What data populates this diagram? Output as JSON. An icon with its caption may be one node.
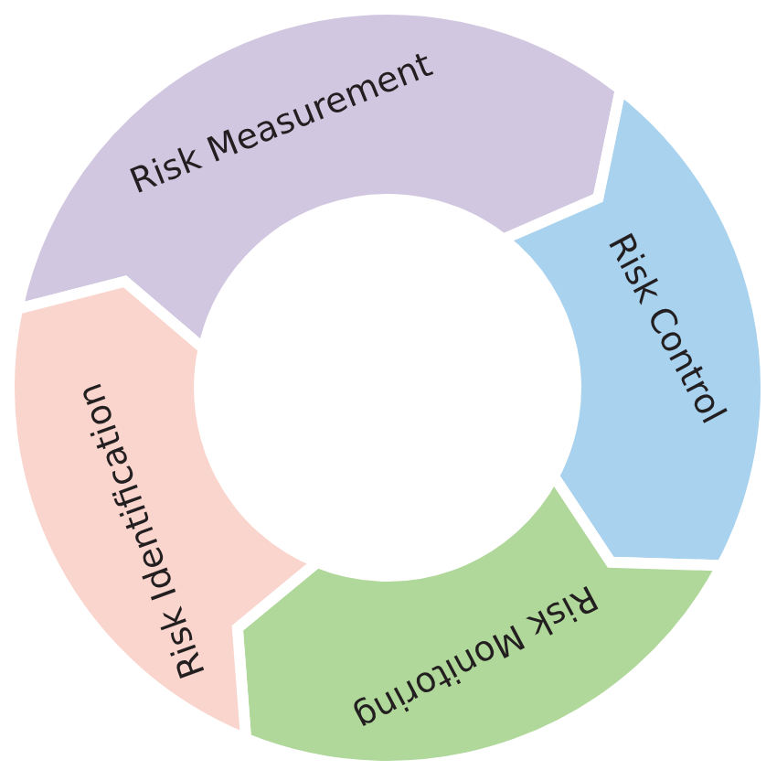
{
  "diagram": {
    "nodes": [
      {
        "text": [
          "Risk Measurement"
        ]
      },
      {
        "text": [
          "Risk Control"
        ]
      },
      {
        "text": [
          "Risk Monitoring"
        ]
      },
      {
        "text": [
          "Risk Identification"
        ]
      }
    ]
  }
}
